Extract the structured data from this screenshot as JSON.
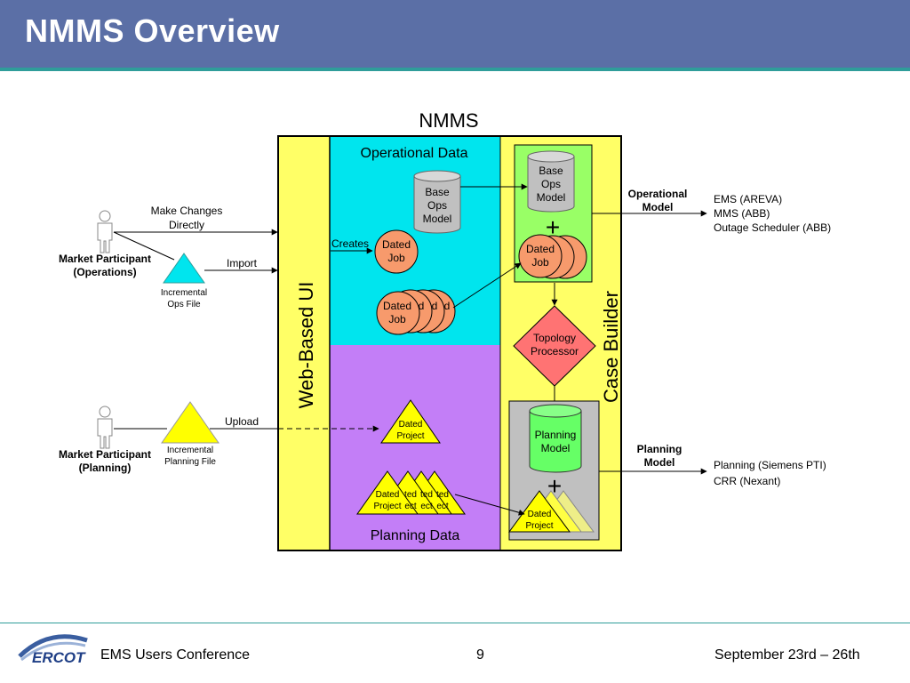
{
  "slide": {
    "title": "NMMS Overview",
    "colors": {
      "header": "#5b6fa6",
      "accent": "#2f9d9a",
      "cyan": "#00e5ee",
      "purple": "#c37ef7",
      "yellow": "#ffff66"
    }
  },
  "diagram": {
    "nmms_label": "NMMS",
    "web_ui_label": "Web-Based UI",
    "case_builder_label": "Case Builder",
    "operational_data_label": "Operational Data",
    "planning_data_label": "Planning Data",
    "base_ops_model_left": [
      "Base",
      "Ops",
      "Model"
    ],
    "base_ops_model_right": [
      "Base",
      "Ops",
      "Model"
    ],
    "creates_label": "Creates",
    "dated_job_single": [
      "Dated",
      "Job"
    ],
    "dated_job_stack": [
      "Dated",
      "Job"
    ],
    "dated_job_stack_fragment": "d",
    "dated_job_right": [
      "Dated",
      "Job"
    ],
    "plus_sign": "+",
    "topology_processor": [
      "Topology",
      "Processor"
    ],
    "planning_model_cyl": [
      "Planning",
      "Model"
    ],
    "dated_project_single": [
      "Dated",
      "Project"
    ],
    "dated_project_stack": [
      "Dated",
      "Project"
    ],
    "dated_project_stack_fragments": [
      "ted",
      "ect"
    ],
    "dated_project_right": [
      "Dated",
      "Project"
    ],
    "participant_ops": [
      "Market Participant",
      "(Operations)"
    ],
    "participant_planning": [
      "Market Participant",
      "(Planning)"
    ],
    "make_changes": [
      "Make Changes",
      "Directly"
    ],
    "import_label": "Import",
    "upload_label": "Upload",
    "incremental_ops_file": [
      "Incremental",
      "Ops File"
    ],
    "incremental_planning_file": [
      "Incremental",
      "Planning File"
    ],
    "operational_model": [
      "Operational",
      "Model"
    ],
    "planning_model_out": [
      "Planning",
      "Model"
    ],
    "ops_consumers": [
      "EMS (AREVA)",
      "MMS (ABB)",
      "Outage Scheduler (ABB)"
    ],
    "planning_consumers": [
      "Planning (Siemens PTI)",
      "CRR (Nexant)"
    ]
  },
  "footer": {
    "logo_text": "ERCOT",
    "conference": "EMS Users Conference",
    "page_number": "9",
    "dates": "September 23rd – 26th"
  }
}
